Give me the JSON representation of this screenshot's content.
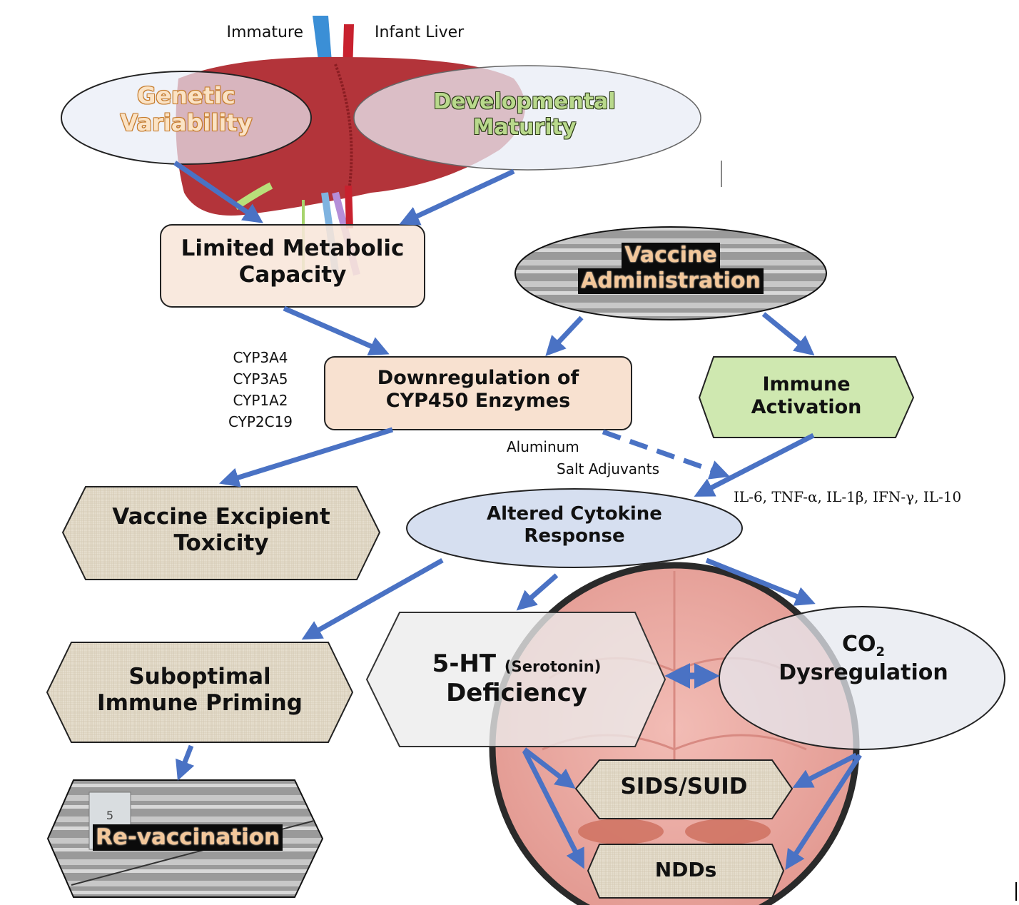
{
  "title_labels": {
    "left": "Immature",
    "right": "Infant Liver"
  },
  "nodes": {
    "genetic_variability": {
      "line1": "Genetic",
      "line2": "Variability"
    },
    "developmental_maturity": {
      "line1": "Developmental",
      "line2": "Maturity"
    },
    "limited_metabolic_capacity": {
      "line1": "Limited Metabolic",
      "line2": "Capacity"
    },
    "vaccine_administration": {
      "line1": "Vaccine",
      "line2": "Administration"
    },
    "downregulation_cyp450": {
      "line1": "Downregulation of",
      "line2": "CYP450 Enzymes"
    },
    "immune_activation": {
      "line1": "Immune",
      "line2": "Activation"
    },
    "vaccine_excipient_toxicity": {
      "line1": "Vaccine Excipient",
      "line2": "Toxicity"
    },
    "altered_cytokine_response": {
      "line1": "Altered Cytokine",
      "line2": "Response"
    },
    "suboptimal_immune_priming": {
      "line1": "Suboptimal",
      "line2": "Immune Priming"
    },
    "serotonin_deficiency": {
      "prefix": "5-HT",
      "paren": "(Serotonin)",
      "line2": "Deficiency"
    },
    "co2_dysregulation": {
      "chem_base": "CO",
      "chem_sub": "2",
      "line2": "Dysregulation"
    },
    "sids_suid": {
      "label": "SIDS/SUID"
    },
    "ndds": {
      "label": "NDDs"
    },
    "revaccination": {
      "label": "Re-vaccination"
    }
  },
  "annotations": {
    "cyp_enzymes": [
      "CYP3A4",
      "CYP3A5",
      "CYP1A2",
      "CYP2C19"
    ],
    "adjuvant_line1": "Aluminum",
    "adjuvant_line2": "Salt Adjuvants",
    "cytokines": "IL-6, TNF-α, IL-1β, IFN-γ, IL-10"
  },
  "edges": [
    {
      "from": "genetic_variability",
      "to": "limited_metabolic_capacity",
      "style": "solid"
    },
    {
      "from": "developmental_maturity",
      "to": "limited_metabolic_capacity",
      "style": "solid"
    },
    {
      "from": "limited_metabolic_capacity",
      "to": "downregulation_cyp450",
      "style": "solid"
    },
    {
      "from": "vaccine_administration",
      "to": "downregulation_cyp450",
      "style": "solid"
    },
    {
      "from": "vaccine_administration",
      "to": "immune_activation",
      "style": "solid"
    },
    {
      "from": "downregulation_cyp450",
      "to": "vaccine_excipient_toxicity",
      "style": "solid"
    },
    {
      "from": "downregulation_cyp450",
      "to": "altered_cytokine_response",
      "style": "dashed"
    },
    {
      "from": "immune_activation",
      "to": "altered_cytokine_response",
      "style": "solid"
    },
    {
      "from": "altered_cytokine_response",
      "to": "suboptimal_immune_priming",
      "style": "solid"
    },
    {
      "from": "altered_cytokine_response",
      "to": "serotonin_deficiency",
      "style": "solid"
    },
    {
      "from": "altered_cytokine_response",
      "to": "co2_dysregulation",
      "style": "solid"
    },
    {
      "from": "serotonin_deficiency",
      "to": "co2_dysregulation",
      "style": "bidirectional"
    },
    {
      "from": "suboptimal_immune_priming",
      "to": "revaccination",
      "style": "solid"
    },
    {
      "from": "serotonin_deficiency",
      "to": "sids_suid",
      "style": "solid"
    },
    {
      "from": "serotonin_deficiency",
      "to": "ndds",
      "style": "solid"
    },
    {
      "from": "co2_dysregulation",
      "to": "sids_suid",
      "style": "solid"
    },
    {
      "from": "co2_dysregulation",
      "to": "ndds",
      "style": "solid"
    }
  ],
  "colors": {
    "arrow": "#4a72c4",
    "liver": "#b3343a",
    "ellipse_fill": "#e8ecf6",
    "box_fill": "#f8e6da",
    "immune_fill": "#cfe8b0",
    "cytokine_fill": "#d6dff0",
    "texture_fill": "#e4dccb",
    "brain_fill": "#eeb3ad"
  }
}
